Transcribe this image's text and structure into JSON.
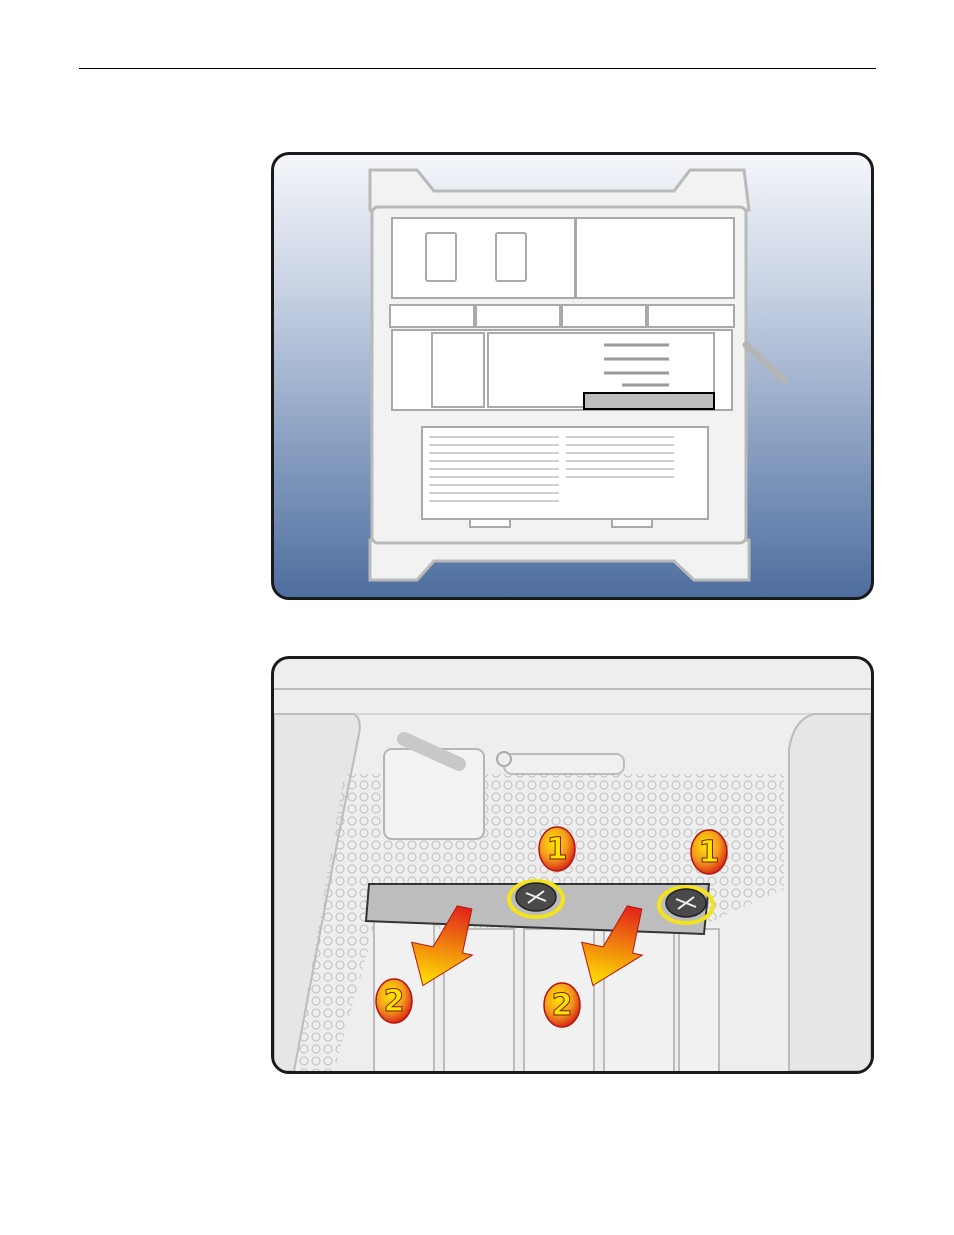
{
  "figure1": {
    "description_labels": []
  },
  "figure2": {
    "callouts": [
      {
        "label": "1"
      },
      {
        "label": "1"
      },
      {
        "label": "2"
      },
      {
        "label": "2"
      }
    ]
  },
  "colors": {
    "panel_gradient_top": "#f4f6fa",
    "panel_gradient_bottom": "#4e6e9f",
    "callout_red": "#e2231a",
    "callout_yellow": "#ffe600",
    "highlight_ring": "#f4e21b"
  }
}
